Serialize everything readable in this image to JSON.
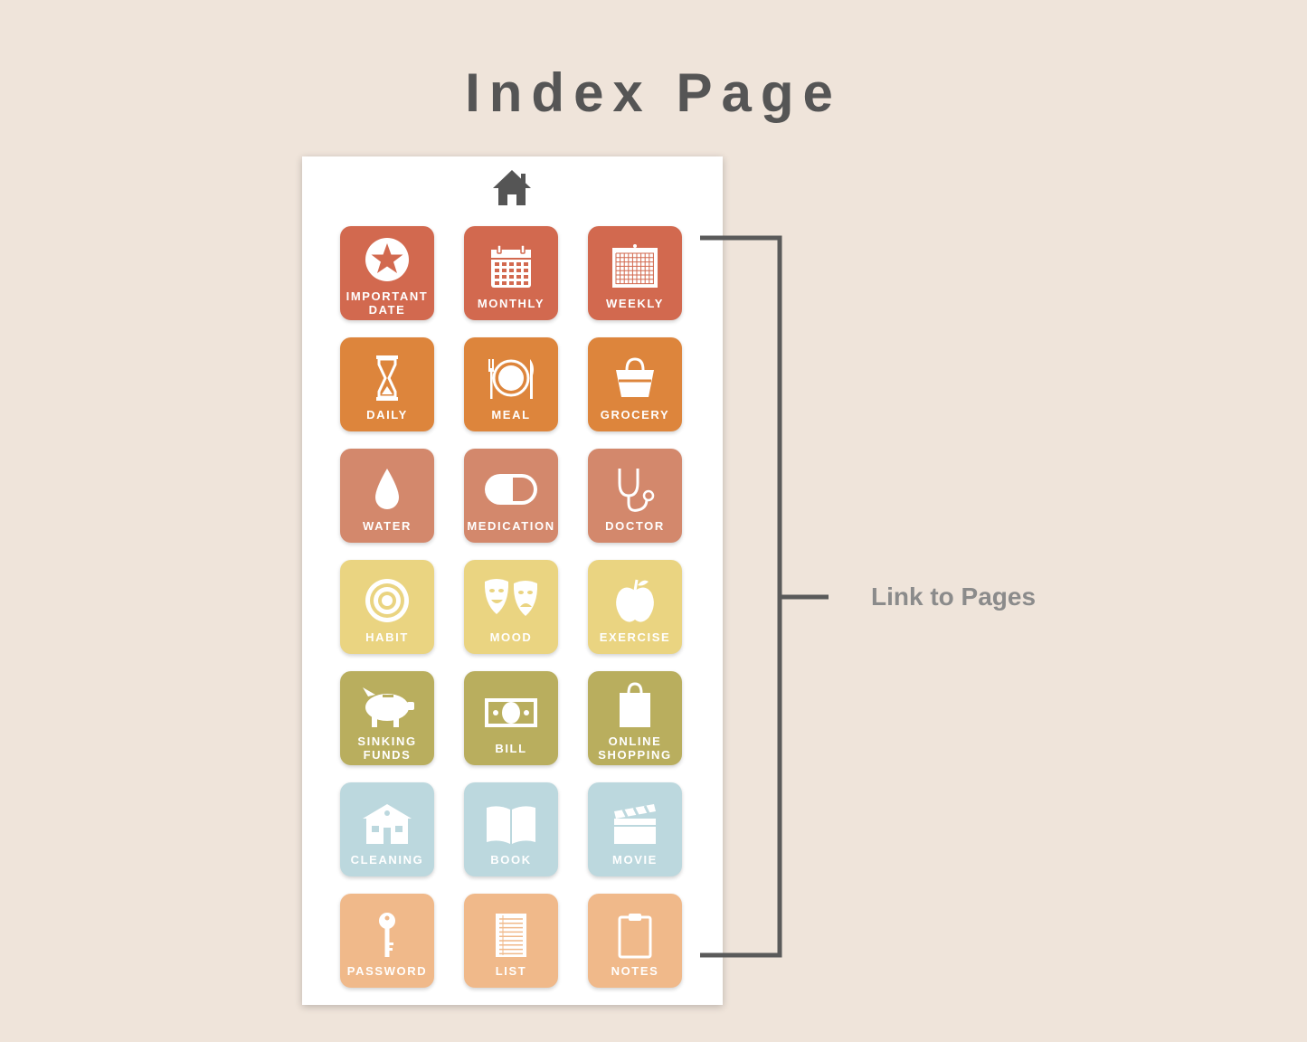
{
  "title": "Index Page",
  "side_label": "Link to Pages",
  "home_icon": "home-icon",
  "tiles": [
    {
      "label": "IMPORTANT\nDATE",
      "icon": "star-circle-icon",
      "color": "#d2694f"
    },
    {
      "label": "MONTHLY",
      "icon": "calendar-icon",
      "color": "#d2694f"
    },
    {
      "label": "WEEKLY",
      "icon": "calendar-grid-icon",
      "color": "#d2694f"
    },
    {
      "label": "DAILY",
      "icon": "hourglass-icon",
      "color": "#dd853c"
    },
    {
      "label": "MEAL",
      "icon": "plate-cutlery-icon",
      "color": "#dd853c"
    },
    {
      "label": "GROCERY",
      "icon": "basket-icon",
      "color": "#dd853c"
    },
    {
      "label": "WATER",
      "icon": "water-drop-icon",
      "color": "#d3886c"
    },
    {
      "label": "MEDICATION",
      "icon": "pill-icon",
      "color": "#d3886c"
    },
    {
      "label": "DOCTOR",
      "icon": "stethoscope-icon",
      "color": "#d3886c"
    },
    {
      "label": "HABIT",
      "icon": "target-icon",
      "color": "#ead481"
    },
    {
      "label": "MOOD",
      "icon": "theater-masks-icon",
      "color": "#ead481"
    },
    {
      "label": "EXERCISE",
      "icon": "apple-icon",
      "color": "#ead481"
    },
    {
      "label": "SINKING\nFUNDS",
      "icon": "piggy-bank-icon",
      "color": "#b9ae5e"
    },
    {
      "label": "BILL",
      "icon": "banknote-icon",
      "color": "#b9ae5e"
    },
    {
      "label": "ONLINE\nSHOPPING",
      "icon": "shopping-bag-icon",
      "color": "#b9ae5e"
    },
    {
      "label": "CLEANING",
      "icon": "house-icon",
      "color": "#bcd8de"
    },
    {
      "label": "BOOK",
      "icon": "book-icon",
      "color": "#bcd8de"
    },
    {
      "label": "MOVIE",
      "icon": "clapperboard-icon",
      "color": "#bcd8de"
    },
    {
      "label": "PASSWORD",
      "icon": "key-icon",
      "color": "#f0b98a"
    },
    {
      "label": "LIST",
      "icon": "list-icon",
      "color": "#f0b98a"
    },
    {
      "label": "NOTES",
      "icon": "clipboard-icon",
      "color": "#f0b98a"
    }
  ]
}
